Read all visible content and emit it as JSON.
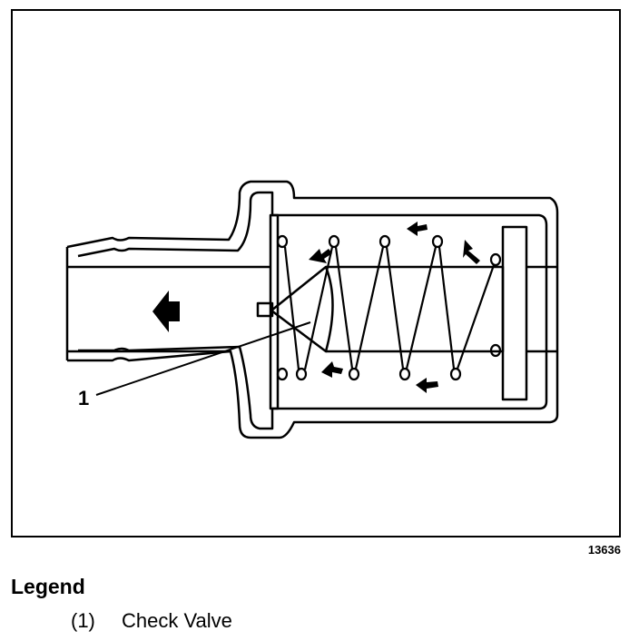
{
  "figure": {
    "id": "13636",
    "callouts": [
      {
        "number": "1"
      }
    ]
  },
  "legend": {
    "title": "Legend",
    "items": [
      {
        "number": "(1)",
        "label": "Check Valve"
      }
    ]
  },
  "colors": {
    "ink": "#000000",
    "paper": "#ffffff"
  }
}
